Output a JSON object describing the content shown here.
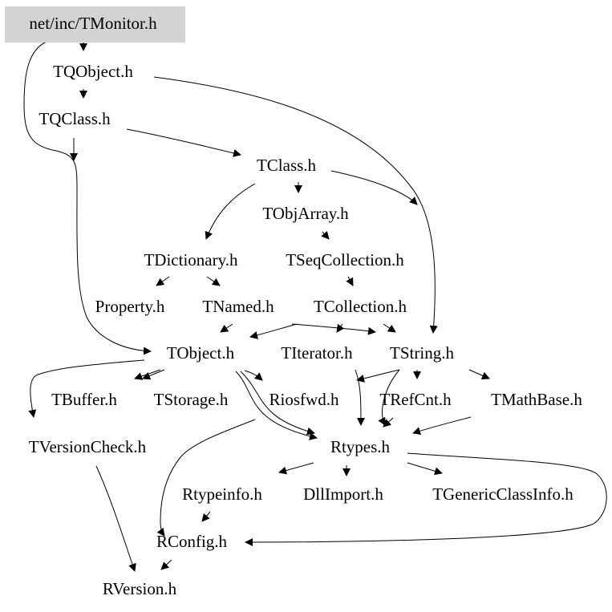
{
  "diagram": {
    "root": "net/inc/TMonitor.h",
    "nodes": {
      "tmonitor": "net/inc/TMonitor.h",
      "tqobject": "TQObject.h",
      "tqclass": "TQClass.h",
      "tclass": "TClass.h",
      "tobjarray": "TObjArray.h",
      "tdictionary": "TDictionary.h",
      "tseqcollection": "TSeqCollection.h",
      "property": "Property.h",
      "tnamed": "TNamed.h",
      "tcollection": "TCollection.h",
      "tobject": "TObject.h",
      "titerator": "TIterator.h",
      "tstring": "TString.h",
      "tbuffer": "TBuffer.h",
      "tstorage": "TStorage.h",
      "riosfwd": "Riosfwd.h",
      "trefcnt": "TRefCnt.h",
      "tmathbase": "TMathBase.h",
      "tversioncheck": "TVersionCheck.h",
      "rtypes": "Rtypes.h",
      "rtypeinfo": "Rtypeinfo.h",
      "dllimport": "DllImport.h",
      "tgenericclassinfo": "TGenericClassInfo.h",
      "rconfig": "RConfig.h",
      "rversion": "RVersion.h"
    },
    "edges": [
      [
        "tmonitor",
        "tqobject"
      ],
      [
        "tmonitor",
        "tobject"
      ],
      [
        "tqobject",
        "tqclass"
      ],
      [
        "tqobject",
        "tstring"
      ],
      [
        "tqclass",
        "tclass"
      ],
      [
        "tqclass",
        "tobject"
      ],
      [
        "tclass",
        "tobjarray"
      ],
      [
        "tclass",
        "tdictionary"
      ],
      [
        "tclass",
        "tstring"
      ],
      [
        "tobjarray",
        "tseqcollection"
      ],
      [
        "tdictionary",
        "property"
      ],
      [
        "tdictionary",
        "tnamed"
      ],
      [
        "tseqcollection",
        "tcollection"
      ],
      [
        "tnamed",
        "tobject"
      ],
      [
        "tnamed",
        "tstring"
      ],
      [
        "tcollection",
        "tobject"
      ],
      [
        "tcollection",
        "titerator"
      ],
      [
        "tcollection",
        "tstring"
      ],
      [
        "tobject",
        "tbuffer"
      ],
      [
        "tobject",
        "tstorage"
      ],
      [
        "tobject",
        "riosfwd"
      ],
      [
        "tobject",
        "tversioncheck"
      ],
      [
        "tobject",
        "rtypes"
      ],
      [
        "titerator",
        "rtypes"
      ],
      [
        "tstring",
        "trefcnt"
      ],
      [
        "tstring",
        "tmathbase"
      ],
      [
        "tstring",
        "rtypes"
      ],
      [
        "trefcnt",
        "rtypes"
      ],
      [
        "tmathbase",
        "rtypes"
      ],
      [
        "riosfwd",
        "rconfig"
      ],
      [
        "rtypes",
        "rtypeinfo"
      ],
      [
        "rtypes",
        "dllimport"
      ],
      [
        "rtypes",
        "tgenericclassinfo"
      ],
      [
        "rtypes",
        "rconfig"
      ],
      [
        "rtypeinfo",
        "rconfig"
      ],
      [
        "tversioncheck",
        "rversion"
      ],
      [
        "rconfig",
        "rversion"
      ]
    ]
  },
  "colors": {
    "root_fill": "#d3d3d3",
    "stroke": "#000000",
    "background": "#ffffff"
  }
}
